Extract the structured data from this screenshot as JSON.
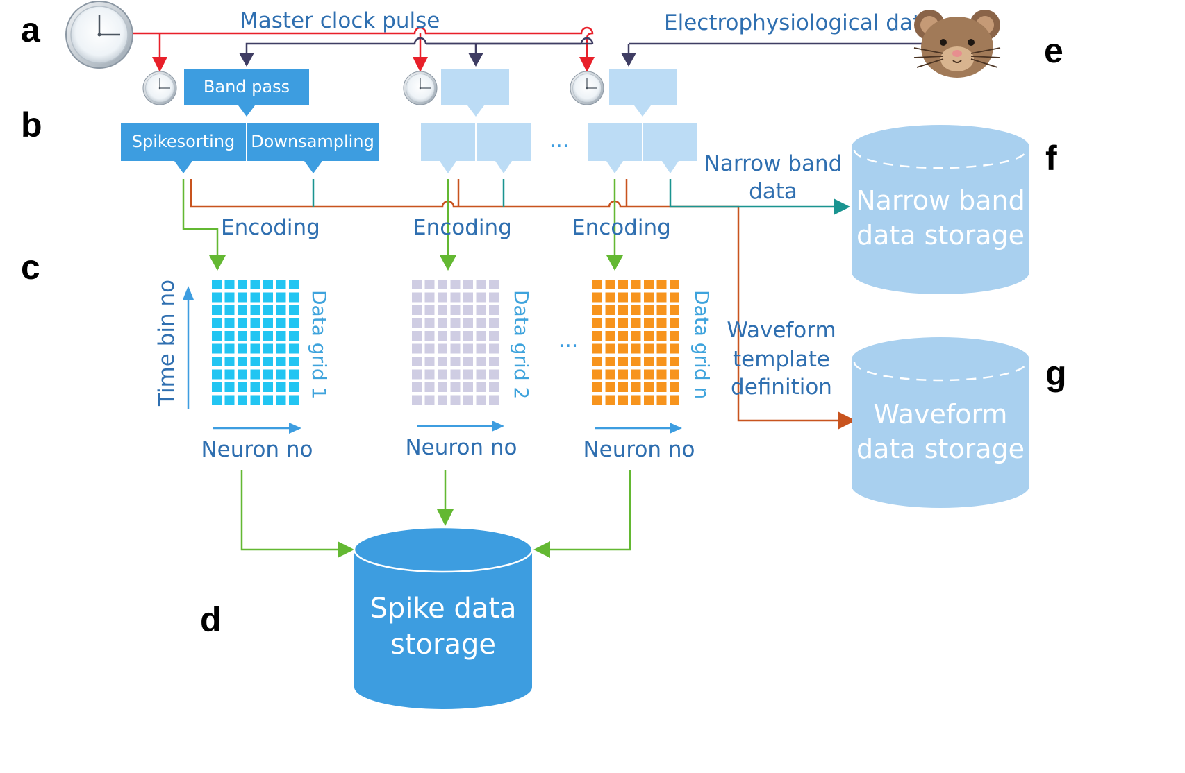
{
  "panels": {
    "a": "a",
    "b": "b",
    "c": "c",
    "d": "d",
    "e": "e",
    "f": "f",
    "g": "g"
  },
  "signals": {
    "master_clock": "Master clock pulse",
    "electrophysiological": "Electrophysiological data",
    "narrow_band_line1": "Narrow band",
    "narrow_band_line2": "data",
    "waveform_line1": "Waveform",
    "waveform_line2": "template",
    "waveform_line3": "definition"
  },
  "processing": {
    "band_pass": "Band pass",
    "spikesorting": "Spikesorting",
    "downsampling": "Downsampling",
    "ellipsis": "..."
  },
  "encoding": [
    "Encoding",
    "Encoding",
    "Encoding"
  ],
  "grids": {
    "y_axis": "Time bin no",
    "x_axis": [
      "Neuron no",
      "Neuron no",
      "Neuron no"
    ],
    "names": [
      "Data grid 1",
      "Data grid 2",
      "Data grid n"
    ],
    "ellipsis": "...",
    "colors": [
      "#22c5f2",
      "#cfcde3",
      "#f7941d"
    ],
    "rows": 10,
    "cols": 7
  },
  "storage": {
    "spike_line1": "Spike data",
    "spike_line2": "storage",
    "narrow_line1": "Narrow band",
    "narrow_line2": "data storage",
    "waveform_line1": "Waveform",
    "waveform_line2": "data storage"
  },
  "colors": {
    "clock_line": "#e8202a",
    "data_line": "#3f3d63",
    "box_dark": "#3d9de0",
    "box_light": "#bcdcf5",
    "green_line": "#63b832",
    "orange_line": "#c8531e",
    "teal_line": "#1a9490",
    "label_blue": "#2f6fb0",
    "cyl_light": "#a9d0ef",
    "cyl_dark": "#3d9de0"
  },
  "icons": {
    "clock": "wall-clock-icon",
    "mouse": "mouse-face-icon"
  }
}
